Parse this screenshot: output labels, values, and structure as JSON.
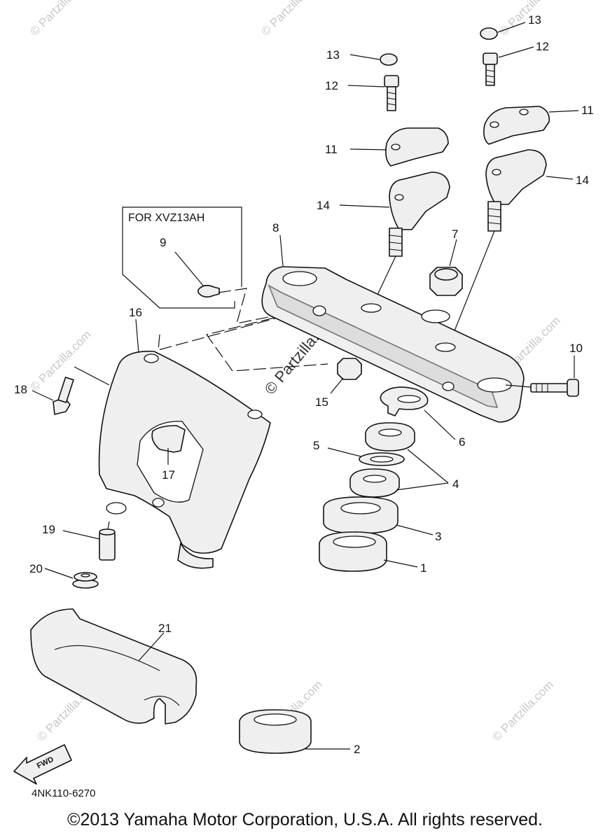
{
  "watermark_text": "© Partzilla.com",
  "note_box": {
    "title": "FOR XVZ13AH"
  },
  "diagram_code": "4NK110-6270",
  "fwd_label": "FWD",
  "copyright": "©2013 Yamaha Motor Corporation, U.S.A. All rights reserved.",
  "callouts": {
    "c1": "1",
    "c2": "2",
    "c3": "3",
    "c4": "4",
    "c5": "5",
    "c6": "6",
    "c7": "7",
    "c8": "8",
    "c9": "9",
    "c10": "10",
    "c11a": "11",
    "c11b": "11",
    "c12a": "12",
    "c12b": "12",
    "c13a": "13",
    "c13b": "13",
    "c14a": "14",
    "c14b": "14",
    "c15": "15",
    "c16": "16",
    "c17": "17",
    "c18": "18",
    "c19": "19",
    "c20": "20",
    "c21": "21"
  }
}
